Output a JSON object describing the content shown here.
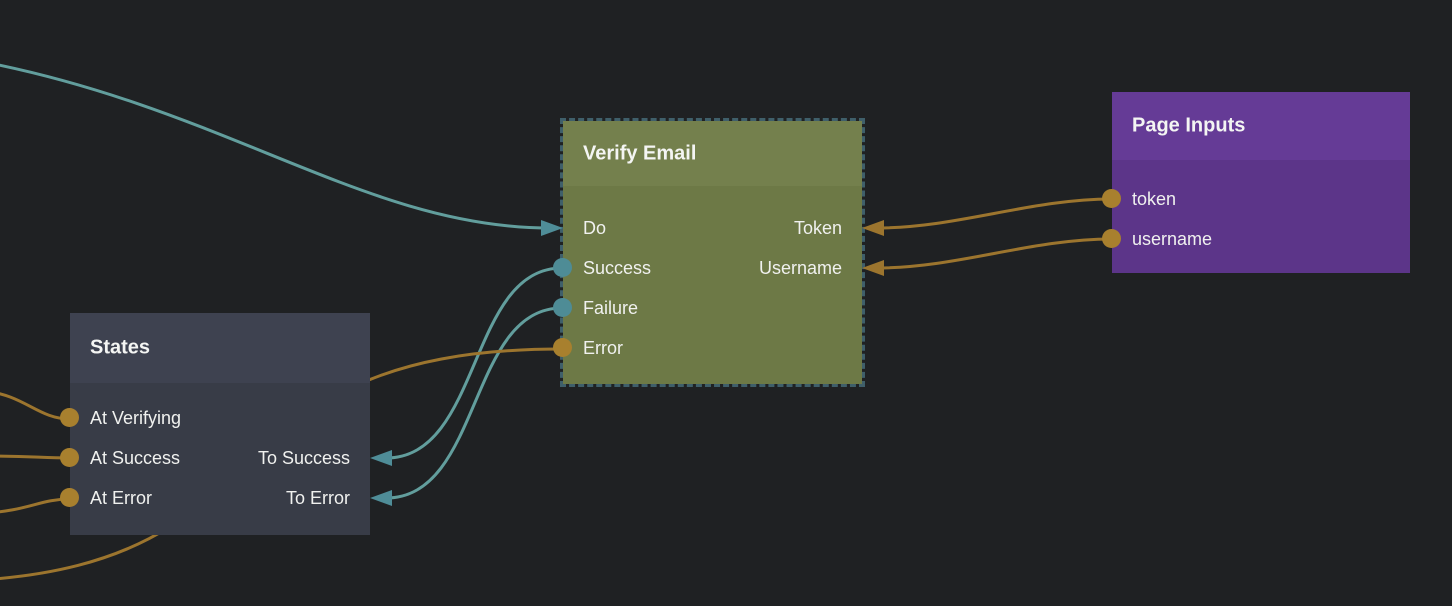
{
  "canvas": {
    "background": "#1f2123"
  },
  "nodes": {
    "verify_email": {
      "title": "Verify Email",
      "selected": true,
      "header_color": "#74804d",
      "body_color": "#6d7946",
      "rows": [
        {
          "left": {
            "label": "Do",
            "glyph": "arrow-right",
            "color": "teal"
          },
          "right": {
            "label": "Token",
            "glyph": "arrow-left",
            "color": "orange"
          }
        },
        {
          "left": {
            "label": "Success",
            "glyph": "dot",
            "color": "teal"
          },
          "right": {
            "label": "Username",
            "glyph": "arrow-left",
            "color": "orange"
          }
        },
        {
          "left": {
            "label": "Failure",
            "glyph": "dot",
            "color": "teal"
          }
        },
        {
          "left": {
            "label": "Error",
            "glyph": "dot",
            "color": "orange"
          }
        }
      ]
    },
    "states": {
      "title": "States",
      "selected": false,
      "header_color": "#3e4250",
      "body_color": "#383c47",
      "rows": [
        {
          "left": {
            "label": "At Verifying",
            "glyph": "dot",
            "color": "orange"
          }
        },
        {
          "left": {
            "label": "At Success",
            "glyph": "dot",
            "color": "orange"
          },
          "right": {
            "label": "To Success",
            "glyph": "arrow-left",
            "color": "teal"
          }
        },
        {
          "left": {
            "label": "At Error",
            "glyph": "dot",
            "color": "orange"
          },
          "right": {
            "label": "To Error",
            "glyph": "arrow-left",
            "color": "teal"
          }
        }
      ]
    },
    "page_inputs": {
      "title": "Page Inputs",
      "selected": false,
      "header_color": "#653b96",
      "body_color": "#5c3589",
      "rows": [
        {
          "left": {
            "label": "token",
            "glyph": "dot",
            "color": "orange"
          }
        },
        {
          "left": {
            "label": "username",
            "glyph": "dot",
            "color": "orange"
          }
        }
      ]
    }
  },
  "edges": [
    {
      "from": "offscreen-left",
      "to": "verify_email.Do",
      "color": "teal"
    },
    {
      "from": "page_inputs.token",
      "to": "verify_email.Token",
      "color": "orange"
    },
    {
      "from": "page_inputs.username",
      "to": "verify_email.Username",
      "color": "orange"
    },
    {
      "from": "verify_email.Success",
      "to": "states.To Success",
      "color": "teal"
    },
    {
      "from": "verify_email.Failure",
      "to": "states.To Error",
      "color": "teal"
    },
    {
      "from": "verify_email.Error",
      "to": "offscreen-left",
      "color": "orange"
    },
    {
      "from": "offscreen-left",
      "to": "states.At Verifying",
      "color": "orange"
    },
    {
      "from": "offscreen-left",
      "to": "states.At Success",
      "color": "orange"
    },
    {
      "from": "offscreen-left",
      "to": "states.At Error",
      "color": "orange"
    }
  ],
  "colors": {
    "background": "#1f2123",
    "teal_wire": "#629e9d",
    "teal_port": "#4e8c96",
    "orange_wire": "#9c752e",
    "orange_port": "#a8802e",
    "selection_dash": "#3f5f6a",
    "text": "#f0f1ef"
  }
}
